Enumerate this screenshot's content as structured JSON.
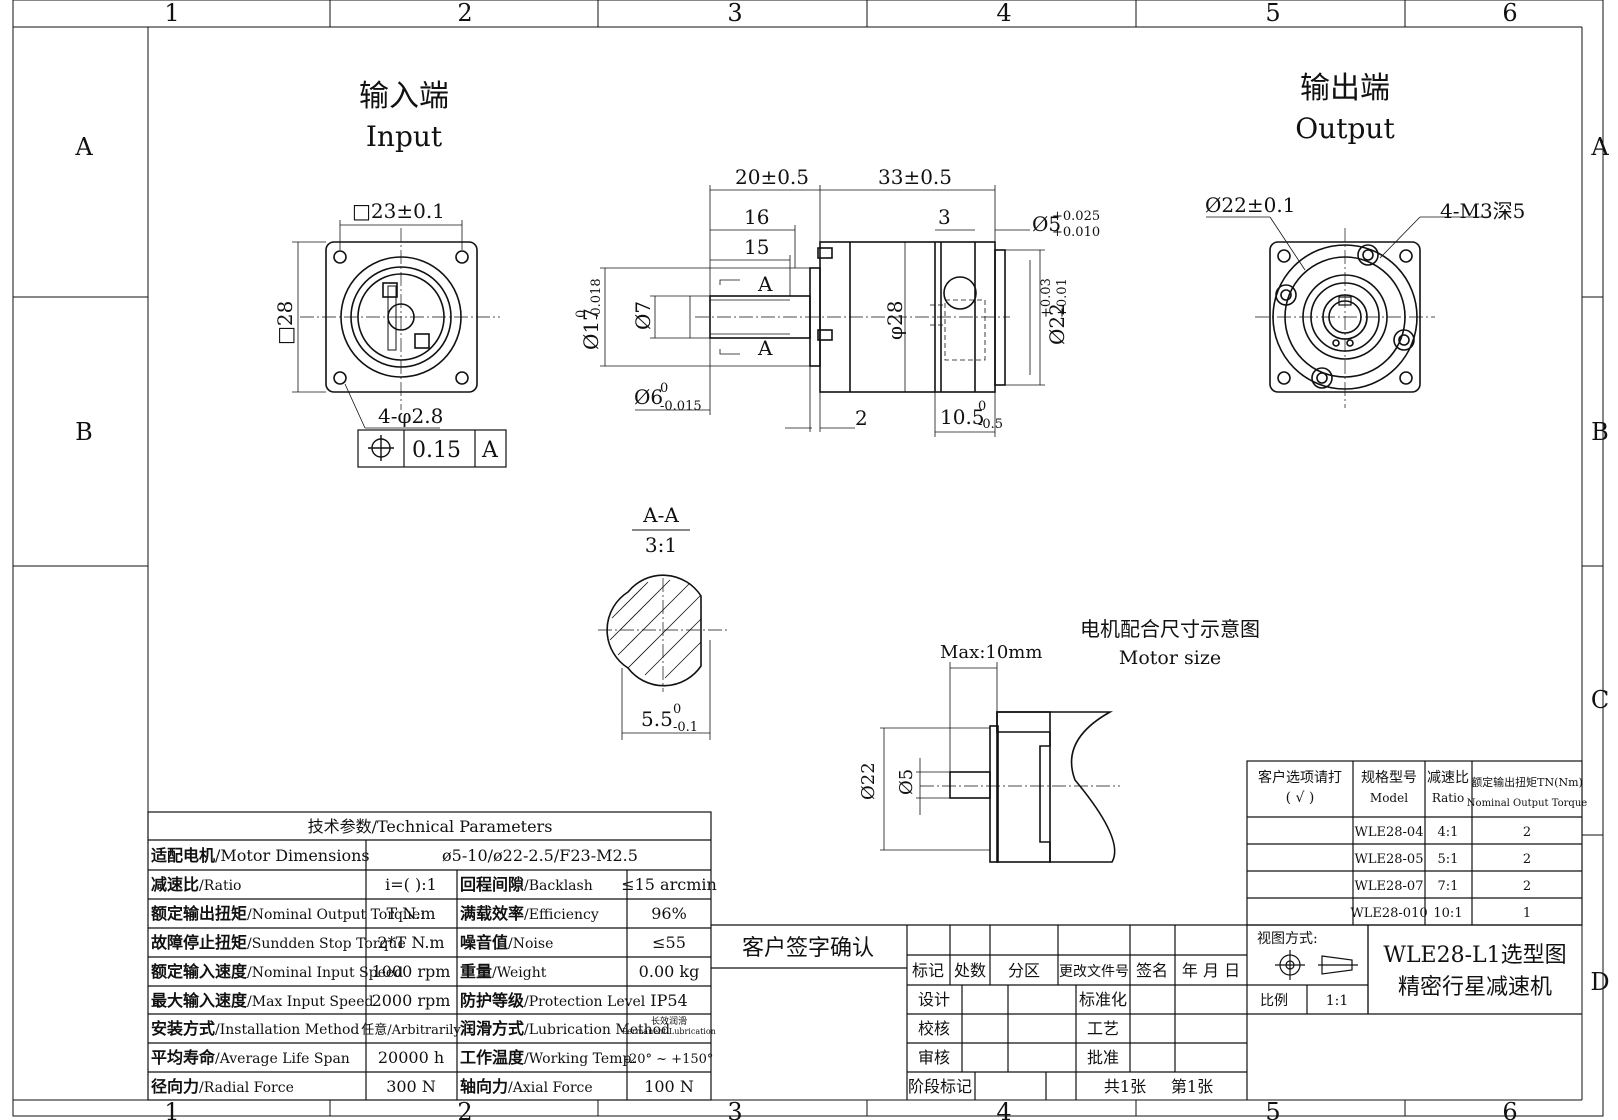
{
  "frame": {
    "columns": [
      "1",
      "2",
      "3",
      "4",
      "5",
      "6"
    ],
    "rows": [
      "A",
      "B",
      "C",
      "D"
    ]
  },
  "views": {
    "input_title_cn": "输入端",
    "input_title_en": "Input",
    "output_title_cn": "输出端",
    "output_title_en": "Output"
  },
  "dims": {
    "square": "□23±0.1",
    "side28": "□28",
    "holes": "4-φ2.8",
    "tol_value": "0.15",
    "tol_datum": "A",
    "len20": "20±0.5",
    "len33": "33±0.5",
    "len16": "16",
    "len15": "15",
    "len3": "3",
    "phi5": "Ø5",
    "phi5_up": "+0.025",
    "phi5_lo": "+0.010",
    "phi17": "Ø17",
    "phi17_up": "0",
    "phi17_lo": "-0.018",
    "phi7": "Ø7",
    "phi6": "Ø6",
    "phi6_up": "0",
    "phi6_lo": "-0.015",
    "phi28": "φ28",
    "phi22": "Ø22",
    "phi22_up": "+0.03",
    "phi22_lo": "+0.01",
    "len2": "2",
    "len105": "10.5",
    "len105_up": "0",
    "len105_lo": "-0.5",
    "section_mark": "A",
    "out_phi22": "Ø22±0.1",
    "m3": "4-M3深5"
  },
  "section": {
    "title": "A-A",
    "scale": "3:1",
    "width": "5.5",
    "width_up": "0",
    "width_lo": "-0.1"
  },
  "motor": {
    "title_cn": "电机配合尺寸示意图",
    "title_en": "Motor size",
    "max": "Max:10mm",
    "d22": "Ø22",
    "d5": "Ø5"
  },
  "tech": {
    "title": "技术参数/Technical Parameters",
    "motor_label_cn": "适配电机",
    "motor_label_en": "/Motor Dimensions",
    "motor_value": "ø5-10/ø22-2.5/F23-M2.5",
    "rows": [
      {
        "l_cn": "减速比",
        "l_en": "/Ratio",
        "lv": "i=( ):1",
        "r_cn": "回程间隙",
        "r_en": "/Backlash",
        "rv": "≤15 arcmin"
      },
      {
        "l_cn": "额定输出扭矩",
        "l_en": "/Nominal Output Torque:",
        "lv": "T N.m",
        "r_cn": "满载效率",
        "r_en": "/Efficiency",
        "rv": "96%"
      },
      {
        "l_cn": "故障停止扭矩",
        "l_en": "/Sundden Stop Torque",
        "lv": "2*T N.m",
        "r_cn": "噪音值",
        "r_en": "/Noise",
        "rv": "≤55"
      },
      {
        "l_cn": "额定输入速度",
        "l_en": "/Nominal Input Speed",
        "lv": "1000 rpm",
        "r_cn": "重量",
        "r_en": "/Weight",
        "rv": "0.00 kg"
      },
      {
        "l_cn": "最大输入速度",
        "l_en": "/Max Input Speed",
        "lv": "2000 rpm",
        "r_cn": "防护等级",
        "r_en": "/Protection Level",
        "rv": "IP54"
      },
      {
        "l_cn": "安装方式",
        "l_en": "/Installation Method",
        "lv": "任意/Arbitrarily",
        "r_cn": "润滑方式",
        "r_en": "/Lubrication Method",
        "rv": "长效润滑",
        "rv2": "Permanent Lubrication"
      },
      {
        "l_cn": "平均寿命",
        "l_en": "/Average Life Span",
        "lv": "20000 h",
        "r_cn": "工作温度",
        "r_en": "/Working Temp.",
        "rv": "-20° ~ +150°"
      },
      {
        "l_cn": "径向力",
        "l_en": "/Radial Force",
        "lv": "300 N",
        "r_cn": "轴向力",
        "r_en": "/Axial Force",
        "rv": "100 N"
      }
    ]
  },
  "selection": {
    "h1a": "客户选项请打",
    "h1b": "( √ )",
    "h2a": "规格型号",
    "h2b": "Model",
    "h3a": "减速比",
    "h3b": "Ratio",
    "h4a": "额定输出扭矩TN(Nm)",
    "h4b": "Nominal Output Torque",
    "rows": [
      {
        "model": "WLE28-04",
        "ratio": "4:1",
        "torque": "2"
      },
      {
        "model": "WLE28-05",
        "ratio": "5:1",
        "torque": "2"
      },
      {
        "model": "WLE28-07",
        "ratio": "7:1",
        "torque": "2"
      },
      {
        "model": "WLE28-010",
        "ratio": "10:1",
        "torque": "1"
      }
    ]
  },
  "title_block": {
    "sign": "客户签字确认",
    "h": [
      "标记",
      "处数",
      "分区",
      "更改文件号",
      "签名",
      "年 月 日"
    ],
    "design": "设计",
    "std": "标准化",
    "check": "校核",
    "process": "工艺",
    "review": "审核",
    "approve": "批准",
    "stage": "阶段标记",
    "sheets": "共1张",
    "sheet": "第1张",
    "view_label": "视图方式:",
    "scale_label": "比例",
    "scale_value": "1:1",
    "name1": "WLE28-L1选型图",
    "name2": "精密行星减速机"
  }
}
